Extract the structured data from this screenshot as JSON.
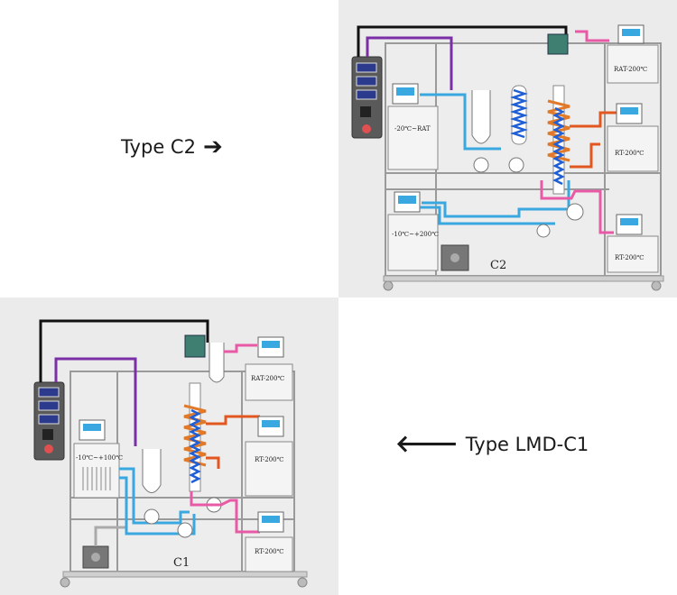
{
  "captions": {
    "c2": {
      "text": "Type C2",
      "arrow": "➔"
    },
    "c1": {
      "text": "Type LMD-C1",
      "arrow": "🡐"
    }
  },
  "diagram_c2": {
    "name_label": "C2",
    "chiller_label": "-20℃~RAT",
    "heater_bottom_left_label": "-10℃~+200℃",
    "heater_top_label": "RAT-200℃",
    "heater_mid_label": "RT-200℃",
    "heater_bottom_label": "RT-200℃"
  },
  "diagram_c1": {
    "name_label": "C1",
    "chiller_label": "-10℃~+100℃",
    "heater_top_label": "RAT-200℃",
    "heater_mid_label": "RT-200℃",
    "heater_bottom_label": "RT-200℃"
  },
  "colors": {
    "panel_bg": "#ebebeb",
    "frame": "#9a9a9a",
    "black_line": "#111111",
    "purple_line": "#7b2fa6",
    "blue_line": "#3aa8e0",
    "pink_line": "#e85aa6",
    "orange_line": "#e2561f",
    "coil_blue": "#1f5fd6",
    "coil_orange": "#e07a2a",
    "motor_green": "#3e7f72",
    "power_red": "#e05050"
  }
}
